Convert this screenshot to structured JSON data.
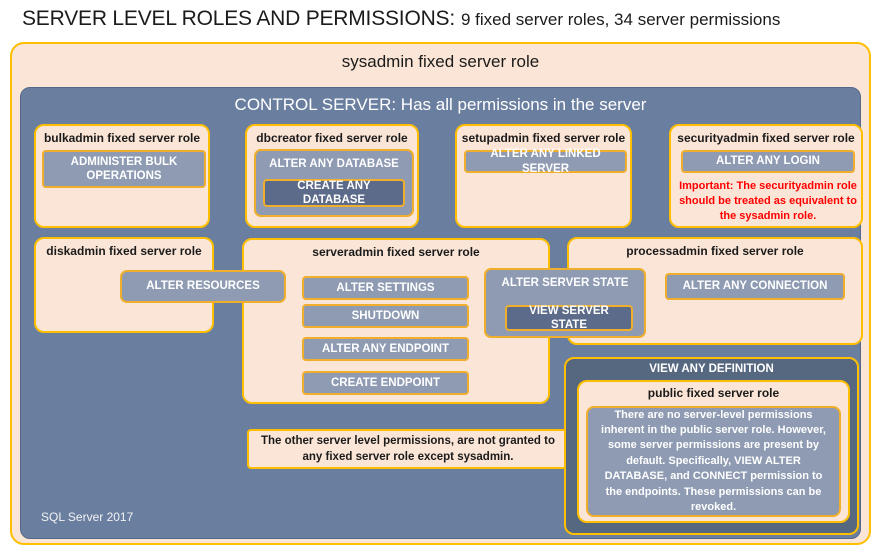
{
  "header": {
    "title_main": "SERVER LEVEL ROLES AND PERMISSIONS:",
    "title_sub": "9 fixed server roles, 34 server permissions"
  },
  "sysadmin_box": {
    "label": "sysadmin fixed server role"
  },
  "control_server": {
    "title": "CONTROL SERVER: Has all permissions in the server",
    "footer": "SQL Server 2017"
  },
  "roles": {
    "bulkadmin": {
      "label": "bulkadmin fixed server role",
      "permission": "ADMINISTER BULK OPERATIONS"
    },
    "dbcreator": {
      "label": "dbcreator fixed server role",
      "permission": "ALTER ANY DATABASE",
      "nested_permission": "CREATE ANY DATABASE"
    },
    "setupadmin": {
      "label": "setupadmin fixed server role",
      "permission": "ALTER ANY LINKED SERVER"
    },
    "securityadmin": {
      "label": "securityadmin fixed server role",
      "permission": "ALTER ANY LOGIN",
      "warning": "Important: The securityadmin role should be treated as equivalent to the sysadmin role."
    },
    "diskadmin": {
      "label": "diskadmin fixed server role",
      "permission": "ALTER RESOURCES"
    },
    "serveradmin": {
      "label": "serveradmin fixed server role",
      "permissions": [
        "ALTER SETTINGS",
        "SHUTDOWN",
        "ALTER ANY ENDPOINT",
        "CREATE ENDPOINT"
      ]
    },
    "shared_state": {
      "permission": "ALTER SERVER STATE",
      "nested_permission": "VIEW SERVER STATE"
    },
    "processadmin": {
      "label": "processadmin fixed server role",
      "permission": "ALTER ANY CONNECTION"
    },
    "public": {
      "container_label": "VIEW ANY DEFINITION",
      "label": "public fixed server role",
      "note": "There are no server-level permissions inherent in the public server role. However, some server permissions are present by default. Specifically, VIEW ALTER DATABASE, and CONNECT permission to the endpoints. These permissions can be revoked."
    }
  },
  "footnote": "The other server level permissions, are not granted to any fixed server role except sysadmin.",
  "colors": {
    "peach_fill": "#FBE5D6",
    "gold_border": "#FFBF00",
    "slate_background": "#6A7FA0",
    "permission_fill": "#8E9BB3",
    "nested_permission_fill": "#5C6B89",
    "definition_header_fill": "#566780",
    "warning_text": "#FF0000"
  }
}
